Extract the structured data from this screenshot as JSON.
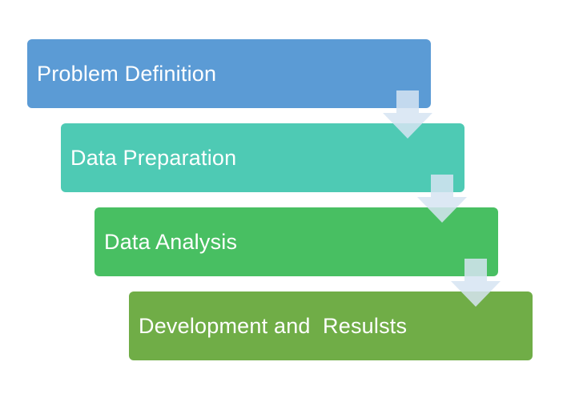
{
  "diagram": {
    "steps": [
      {
        "label": "Problem Definition",
        "color": "#5b9bd5"
      },
      {
        "label": "Data Preparation",
        "color": "#4ecab4"
      },
      {
        "label": "Data Analysis",
        "color": "#48bf62"
      },
      {
        "label": "Development and  Resulsts",
        "color": "#70ad47"
      }
    ],
    "arrow_color": "#d6e4f2"
  }
}
